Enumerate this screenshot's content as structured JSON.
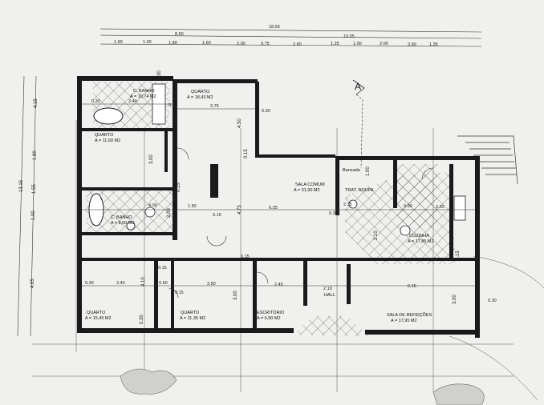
{
  "section_marker": "A",
  "top_dims": {
    "overall": "18.55",
    "left_span": "8.50",
    "right_span": "10.05",
    "segments": [
      "1.90",
      "1.00",
      "1.80",
      "1.60",
      "2.00",
      "0.75",
      "2.80",
      "1.25",
      "1.00",
      "2.00",
      "3.90",
      "1.35"
    ]
  },
  "left_dims": {
    "overall": "13.15",
    "segments": [
      "4.15",
      "1.80",
      "1.55",
      "1.00",
      "4.65"
    ]
  },
  "rooms": {
    "bath1": {
      "name": "C. BANHO",
      "area": "A = 10,74 M2"
    },
    "quarto1": {
      "name": "QUARTO",
      "area": "A = 18,43 M2"
    },
    "quarto2": {
      "name": "QUARTO",
      "area": "A = 11,60 M2"
    },
    "bath2": {
      "name": "C. BANHO",
      "area": "A = 8,00 M2"
    },
    "sala_comum": {
      "name": "SALA COMUM",
      "area": "A = 31,90 M2"
    },
    "bancada": {
      "name": "Bancada"
    },
    "trat_roupa": {
      "name": "TRAT. ROUPA"
    },
    "cozinha": {
      "name": "COZINHA",
      "area": "A = 17,85 M2"
    },
    "quarto3": {
      "name": "QUARTO",
      "area": "A = 15,45 M2"
    },
    "quarto4": {
      "name": "QUARTO",
      "area": "A = 11,35 M2"
    },
    "escritorio": {
      "name": "ESCRITÓRIO",
      "area": "A = 6,90 M2"
    },
    "hall": {
      "name": "HALL"
    },
    "sala_refeicoes": {
      "name": "SALA DE REFEIÇÕES",
      "area": "A = 17,95 M2"
    }
  },
  "inner_dims": {
    "d_030a": "0.30",
    "d_340a": "3.40",
    "d_080": "0.80",
    "d_375": "3.75",
    "d_030b": "0.30",
    "d_450": "4.50",
    "d_015a": "0.15",
    "d_300a": "3.00",
    "d_015b": "0.15",
    "d_400": "4.00",
    "d_200": "2.00",
    "d_150": "1.50",
    "d_015c": "0.15",
    "d_475": "4.75",
    "d_625": "6.25",
    "d_030c": "0.30",
    "d_100": "1.00",
    "d_235": "2.35",
    "d_090": "0.90",
    "d_220": "2.20",
    "d_210a": "2.10",
    "d_015d": "0.15",
    "d_030d": "0.30",
    "d_340b": "3.40",
    "d_410": "4.10",
    "d_060": "0.60",
    "d_015e": "0.15",
    "d_350": "3.50",
    "d_300b": "3.00",
    "d_245": "2.45",
    "d_210b": "2.10",
    "d_615": "6.15",
    "d_300c": "3.00",
    "d_030e": "0.30",
    "d_030f": "0.30",
    "d_015f": "0.15",
    "d_015g": "0.15",
    "d_030g": "0.30"
  }
}
